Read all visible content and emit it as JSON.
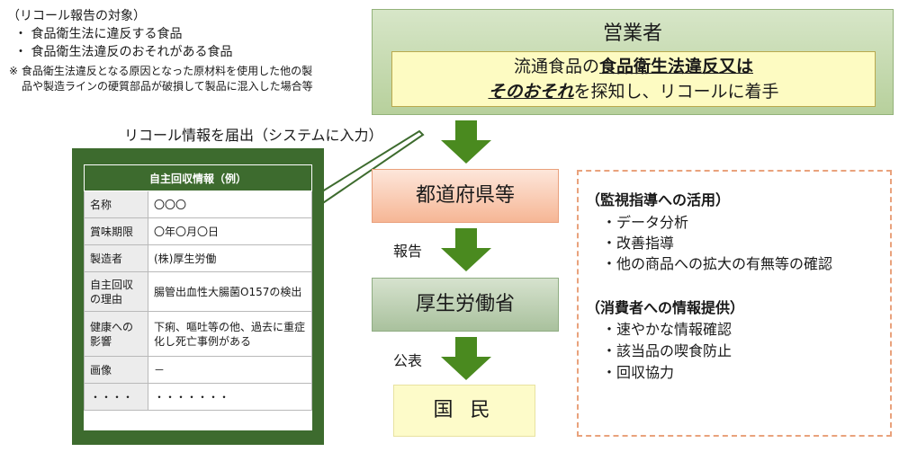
{
  "notes": {
    "title": "（リコール報告の対象）",
    "bullets": [
      "・ 食品衛生法に違反する食品",
      "・ 食品衛生法違反のおそれがある食品"
    ],
    "note_line1": "※ 食品衛生法違反となる原因となった原材料を使用した他の製",
    "note_line2": "品や製造ラインの硬質部品が破損して製品に混入した場合等"
  },
  "operator": {
    "title": "営業者",
    "line1_a": "流通食品の",
    "line1_b": "食品衛生法違反又は",
    "line2_a": "そのおそれ",
    "line2_b": "を探知し、リコールに着手"
  },
  "callout_label": "リコール情報を届出（システムに入力）",
  "card": {
    "title": "自主回収情報（例）",
    "rows": [
      {
        "key": "名称",
        "value": "〇〇〇"
      },
      {
        "key": "賞味期限",
        "value": "〇年〇月〇日"
      },
      {
        "key": "製造者",
        "value": "(株)厚生労働"
      },
      {
        "key": "自主回収の理由",
        "value": "腸管出血性大腸菌O157の検出"
      },
      {
        "key": "健康への影響",
        "value": "下痢、嘔吐等の他、過去に重症化し死亡事例がある"
      },
      {
        "key": "画像",
        "value": "－"
      },
      {
        "key": "・・・・",
        "value": "・・・・・・・"
      }
    ]
  },
  "flow": {
    "prefecture": "都道府県等",
    "report_label": "報告",
    "ministry": "厚生労働省",
    "publish_label": "公表",
    "citizens": "国 民"
  },
  "usage": {
    "section1": "（監視指導への活用）",
    "items1": [
      "・データ分析",
      "・改善指導",
      "・他の商品への拡大の有無等の確認"
    ],
    "section2": "（消費者への情報提供）",
    "items2": [
      "・速やかな情報確認",
      "・該当品の喫食防止",
      "・回収協力"
    ]
  },
  "colors": {
    "arrow": "#4a8a1f",
    "card_frame": "#3d6b2e",
    "dashed_border": "#e9a27c"
  }
}
